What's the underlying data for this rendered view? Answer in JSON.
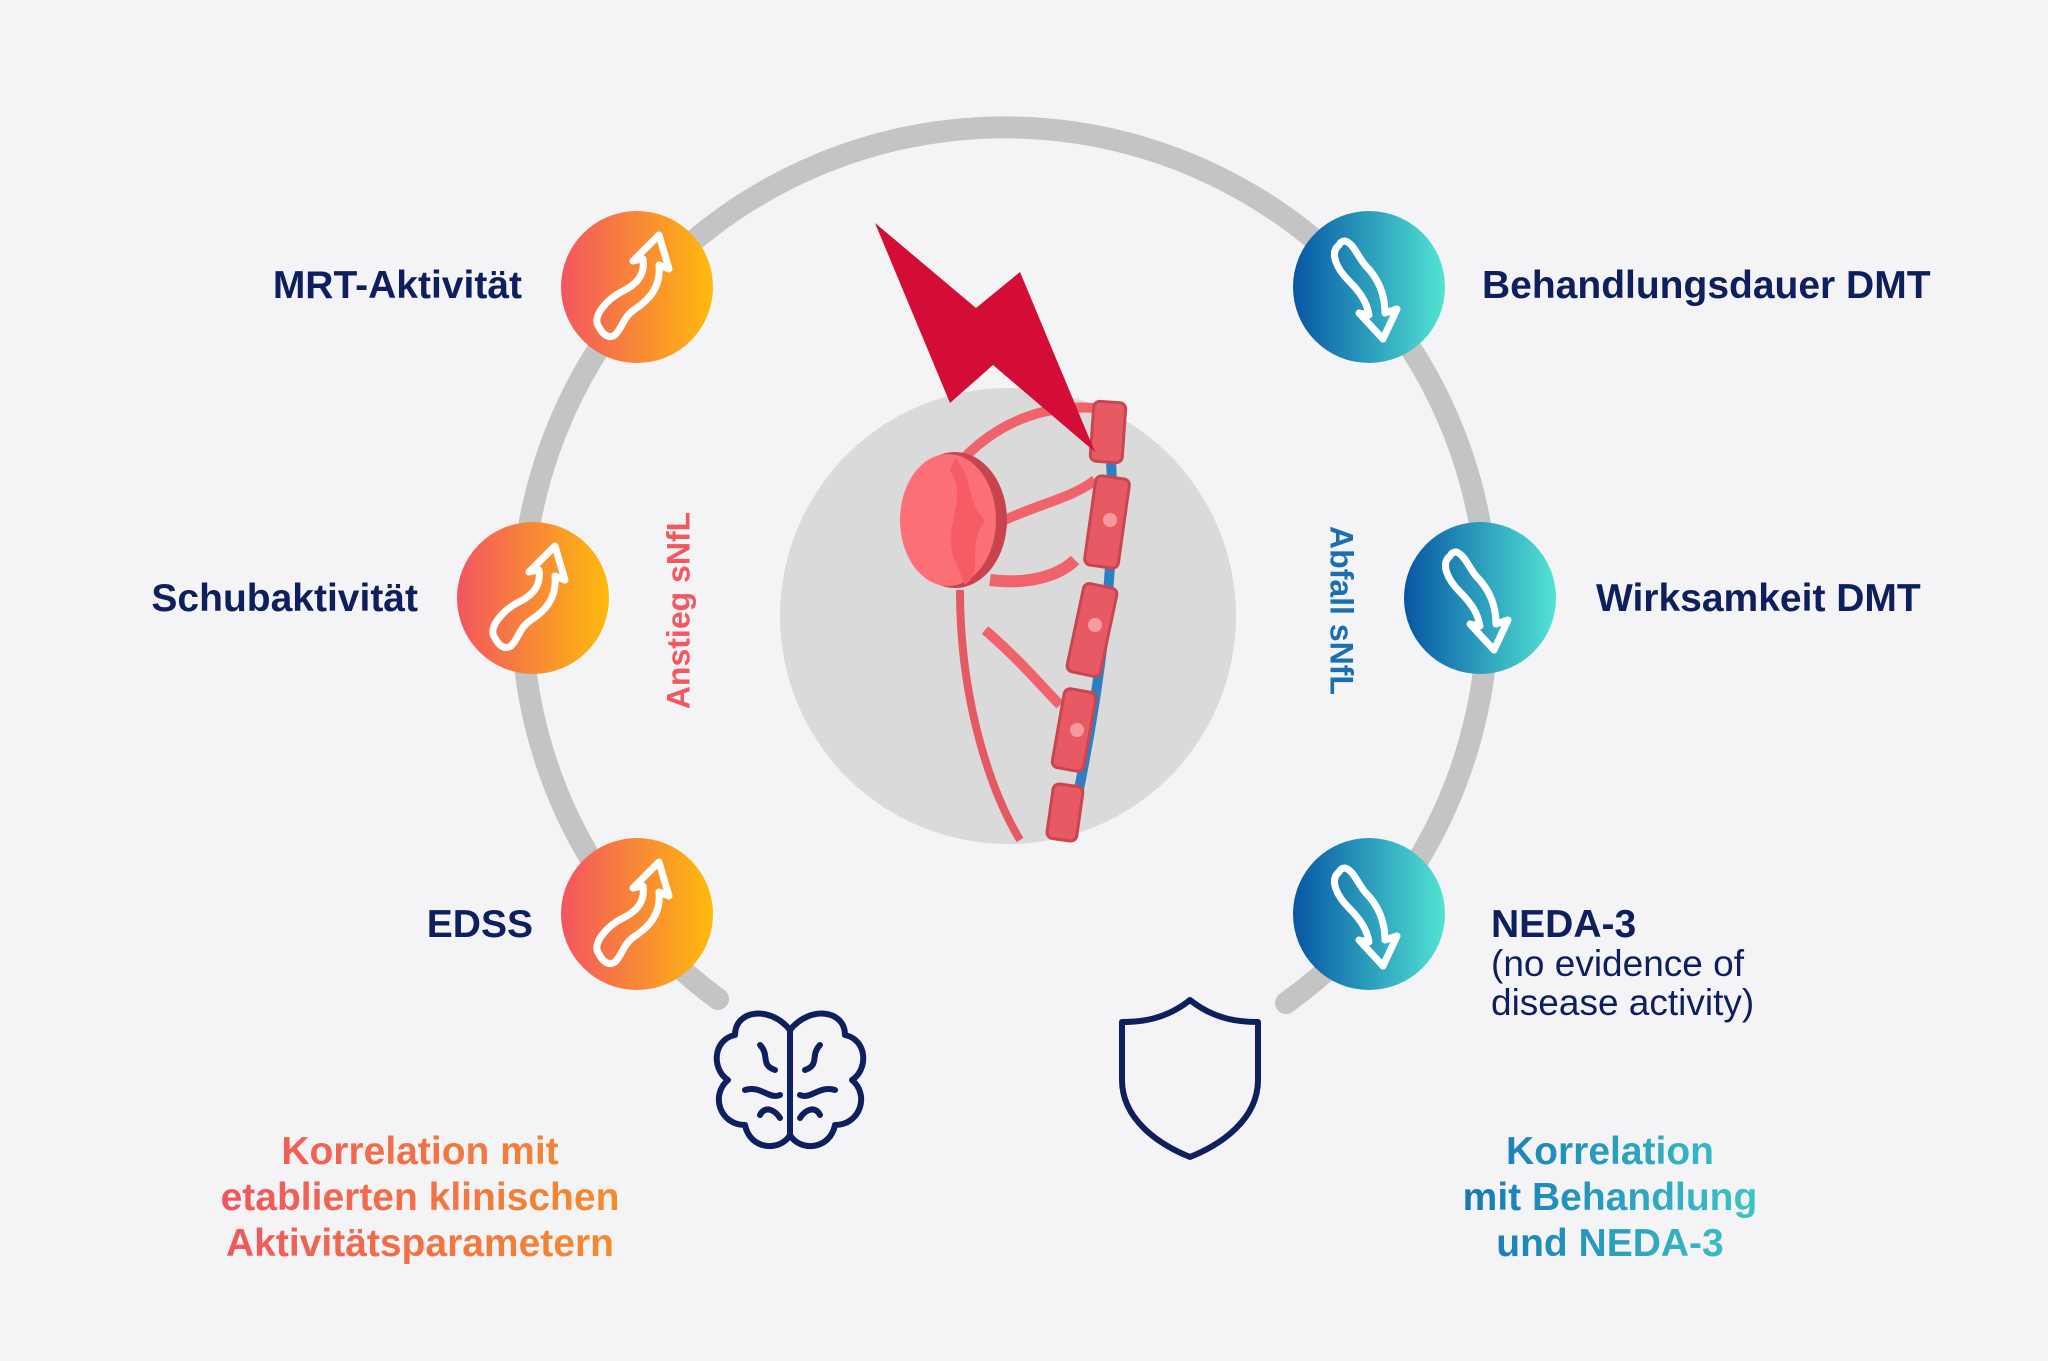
{
  "left_items": [
    {
      "label": "MRT-Aktivität",
      "icon": "arrow-up-icon"
    },
    {
      "label": "Schubaktivität",
      "icon": "arrow-up-icon"
    },
    {
      "label": "EDSS",
      "icon": "arrow-up-icon"
    }
  ],
  "right_items": [
    {
      "label": "Behandlungsdauer DMT",
      "icon": "arrow-down-icon"
    },
    {
      "label": "Wirksamkeit DMT",
      "icon": "arrow-down-icon"
    },
    {
      "label": "NEDA-3",
      "sub_lines": [
        "(no evidence of",
        "disease activity)"
      ],
      "icon": "arrow-down-icon"
    }
  ],
  "vertical_labels": {
    "left": "Anstieg sNfL",
    "right": "Abfall sNfL"
  },
  "bottom_left": [
    "Korrelation mit",
    "etablierten klinischen",
    "Aktivitätsparametern"
  ],
  "bottom_right": [
    "Korrelation",
    "mit Behandlung",
    "und NEDA-3"
  ],
  "colors": {
    "navy": "#0e1f5e",
    "warm_start": "#f0565e",
    "warm_end": "#fdb813",
    "cool_start": "#0a5aa6",
    "cool_end": "#50e3d3",
    "arc": "#c4c4c4",
    "bolt": "#d30d35"
  }
}
